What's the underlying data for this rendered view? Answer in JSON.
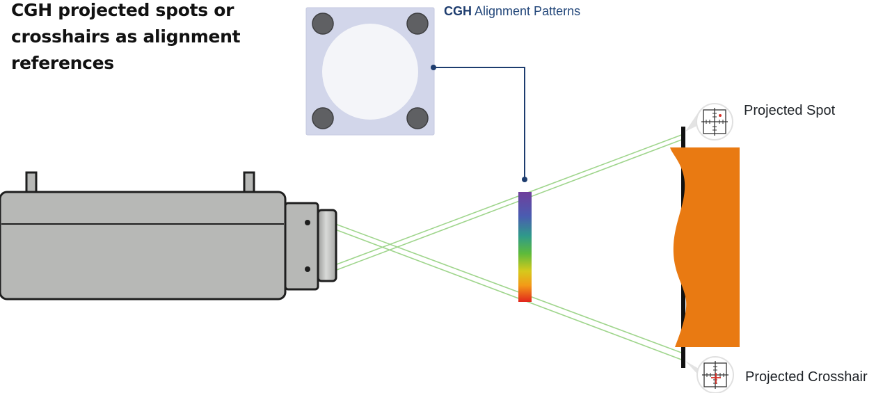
{
  "heading": {
    "lines": [
      "CGH projected spots or",
      "crosshairs as alignment",
      "references"
    ]
  },
  "pattern_label": {
    "bold": "CGH",
    "rest": "Alignment Patterns"
  },
  "callouts": {
    "spot": "Projected Spot",
    "crosshair": "Projected Crosshair"
  },
  "colors": {
    "camera_body": "#b7b8b6",
    "camera_outline": "#1e1e1e",
    "pattern_plate": "#d2d6ea",
    "pattern_dot": "#5f6063",
    "pattern_disc": "#f4f5f9",
    "leader_line": "#1d3c6e",
    "beam": "#9fd58c",
    "target": "#e97a12",
    "target_mount": "#111111",
    "spot_mark": "#d8322a",
    "cgh_gradient": [
      "#6f3f9b",
      "#4a5cb1",
      "#2f9a8a",
      "#5dba3b",
      "#d6c91c",
      "#f39a18",
      "#e1261c"
    ]
  },
  "icons": {
    "spot_callout": "crosshair-spot-icon",
    "crosshair_callout": "crosshair-cross-icon"
  }
}
